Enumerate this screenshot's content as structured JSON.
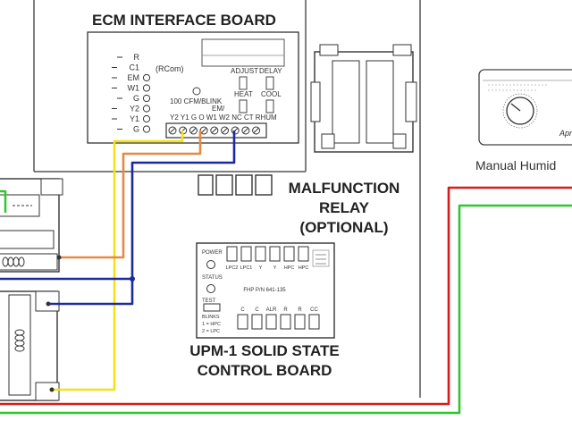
{
  "colors": {
    "wire_yellow": "#f2e21a",
    "wire_orange": "#e58a45",
    "wire_blue": "#1b2aa0",
    "wire_red": "#d81b1b",
    "wire_green": "#2ec82e",
    "line": "#333333"
  },
  "ecm_board": {
    "title": "ECM INTERFACE BOARD",
    "left_terminals": [
      "R",
      "C1",
      "EM",
      "W1",
      "G",
      "Y2",
      "Y1",
      "G"
    ],
    "rcom_label": "(RCom)",
    "adjust_label": "ADJUST",
    "delay_label": "DELAY",
    "heat_label": "HEAT",
    "cool_label": "COOL",
    "cfm_label": "100 CFM/BLINK",
    "em_label": "EM/",
    "strip_labels": "Y2 Y1 G O W1 W2 NC CT RHUM"
  },
  "relay": {
    "title_line1": "MALFUNCTION",
    "title_line2": "RELAY",
    "title_line3": "(OPTIONAL)"
  },
  "upm": {
    "title_line1": "UPM-1 SOLID STATE",
    "title_line2": "CONTROL BOARD",
    "power_label": "POWER",
    "status_label": "STATUS",
    "test_label": "TEST",
    "blink_label": "BLINKS",
    "blink_1": "1 = HPC",
    "blink_2": "2 = LPC",
    "top_terminals": [
      "LPC2",
      "LPC1",
      "Y",
      "Y",
      "HPC",
      "HPC"
    ],
    "bottom_terminals": [
      "C",
      "C",
      "ALR",
      "R",
      "R",
      "CC"
    ],
    "part_number": "FHP P/N 641-135"
  },
  "humidistat": {
    "label": "Manual Humid",
    "brand": "Apr"
  }
}
